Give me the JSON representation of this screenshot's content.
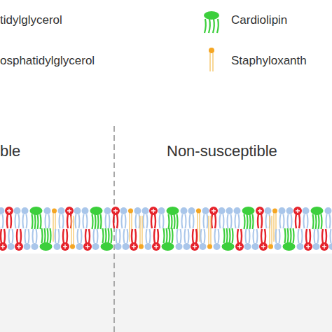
{
  "diagram": {
    "labels": [
      "ble",
      "Non-susceptible"
    ],
    "legend": [
      {
        "text": "tidylglycerol"
      },
      {
        "text": "osphatidylglycerol"
      },
      {
        "text": "Cardiolipin"
      },
      {
        "text": "Staphyloxanth"
      }
    ]
  }
}
